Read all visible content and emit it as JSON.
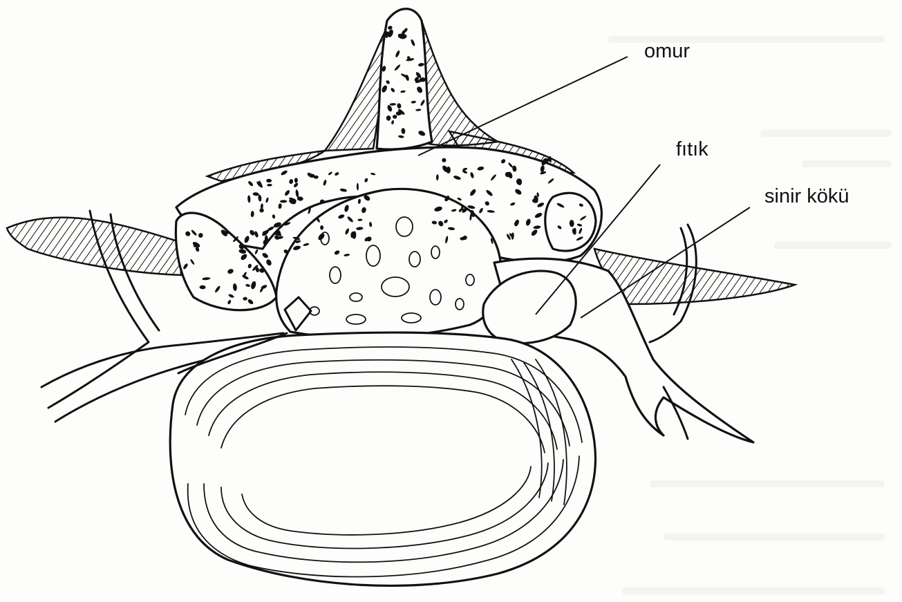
{
  "diagram": {
    "labels": {
      "vertebra": "omur",
      "hernia": "fıtık",
      "nerve_root": "sinir kökü"
    }
  }
}
